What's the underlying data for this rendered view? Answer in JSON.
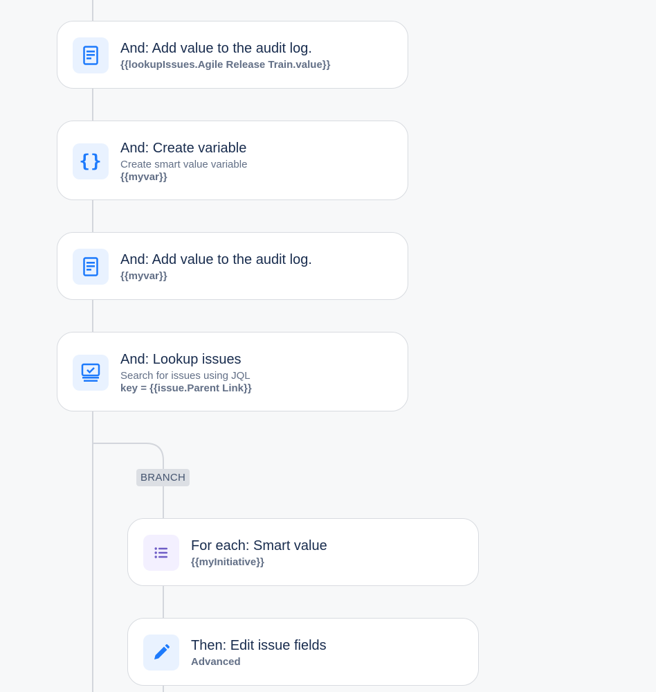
{
  "colors": {
    "background": "#f7f8f9",
    "connector": "#d3d6dc",
    "card_border": "#d8dbe0",
    "icon_blue": "#1d7afc",
    "icon_purple": "#6e5dc6",
    "title_text": "#172b4d",
    "sub_text": "#626f86"
  },
  "steps": [
    {
      "title": "And: Add value to the audit log.",
      "detail": "{{lookupIssues.Agile Release Train.value}}",
      "icon": "audit-log-icon"
    },
    {
      "title": "And: Create variable",
      "description": "Create smart value variable",
      "detail": "{{myvar}}",
      "icon": "braces-icon",
      "glyph": "{}"
    },
    {
      "title": "And: Add value to the audit log.",
      "detail": "{{myvar}}",
      "icon": "audit-log-icon"
    },
    {
      "title": "And: Lookup issues",
      "description": "Search for issues using JQL",
      "detail": "key = {{issue.Parent Link}}",
      "icon": "lookup-issues-icon"
    }
  ],
  "branch": {
    "label": "BRANCH",
    "steps": [
      {
        "title": "For each: Smart value",
        "detail": "{{myInitiative}}",
        "icon": "list-icon"
      },
      {
        "title": "Then: Edit issue fields",
        "detail": "Advanced",
        "icon": "pencil-icon"
      }
    ]
  }
}
